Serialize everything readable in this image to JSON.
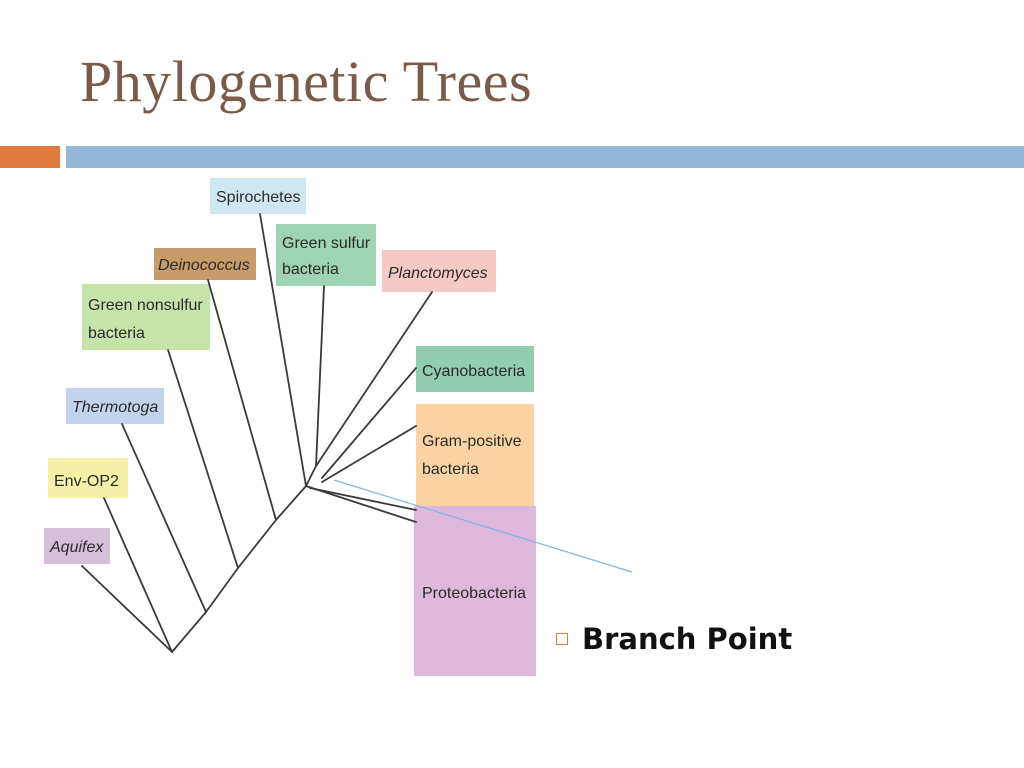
{
  "slide": {
    "title": "Phylogenetic Trees",
    "bullet": "Branch Point"
  },
  "colors": {
    "title": "#7a5a48",
    "accent_orange": "#e07a3e",
    "accent_blue": "#94b7d7"
  },
  "taxa": {
    "spirochetes": "Spirochetes",
    "green_sulfur_1": "Green sulfur",
    "green_sulfur_2": "bacteria",
    "deinococcus": "Deinococcus",
    "planctomyces": "Planctomyces",
    "green_nonsulfur_1": "Green nonsulfur",
    "green_nonsulfur_2": "bacteria",
    "cyanobacteria": "Cyanobacteria",
    "thermotoga": "Thermotoga",
    "gram_positive_1": "Gram-positive",
    "gram_positive_2": "bacteria",
    "env_op2": "Env-OP2",
    "aquifex": "Aquifex",
    "proteobacteria": "Proteobacteria"
  }
}
